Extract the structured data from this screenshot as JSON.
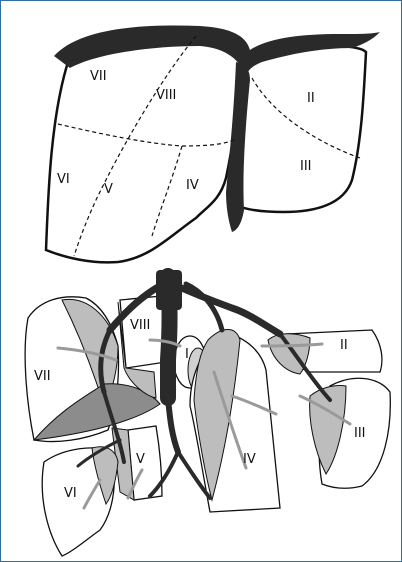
{
  "diagram": {
    "top_view": {
      "segments": [
        {
          "id": "seg-vii",
          "label": "VII"
        },
        {
          "id": "seg-viii",
          "label": "VIII"
        },
        {
          "id": "seg-ii",
          "label": "II"
        },
        {
          "id": "seg-vi",
          "label": "VI"
        },
        {
          "id": "seg-v",
          "label": "V"
        },
        {
          "id": "seg-iv",
          "label": "IV"
        },
        {
          "id": "seg-iii",
          "label": "III"
        }
      ]
    },
    "exploded_view": {
      "segments": [
        {
          "id": "ex-viii",
          "label": "VIII"
        },
        {
          "id": "ex-vii",
          "label": "VII"
        },
        {
          "id": "ex-i",
          "label": "I"
        },
        {
          "id": "ex-ii",
          "label": "II"
        },
        {
          "id": "ex-iii",
          "label": "III"
        },
        {
          "id": "ex-v",
          "label": "V"
        },
        {
          "id": "ex-iv",
          "label": "IV"
        },
        {
          "id": "ex-vi",
          "label": "VI"
        }
      ]
    }
  },
  "colors": {
    "frame_border": "#2e6f9e",
    "vessel": "#2a2a2a",
    "segment_fill": "#ffffff",
    "segment_shade": "#b8b8b8",
    "segment_shade_dark": "#8c8c8c",
    "outline": "#111111"
  }
}
